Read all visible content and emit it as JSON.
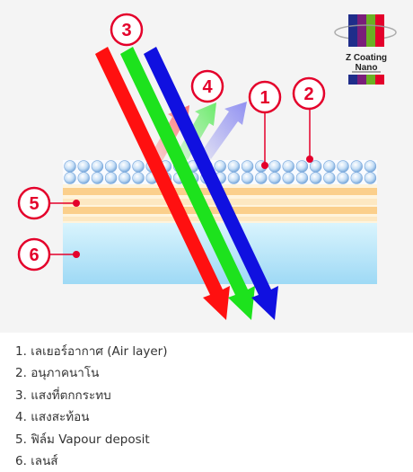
{
  "logo": {
    "line1": "Z Coating",
    "line2": "Nano",
    "colors": [
      "#1f2d8a",
      "#7a1e7a",
      "#6ab023",
      "#e3002b"
    ]
  },
  "markers": [
    {
      "number": "1"
    },
    {
      "number": "2"
    },
    {
      "number": "3"
    },
    {
      "number": "4"
    },
    {
      "number": "5"
    },
    {
      "number": "6"
    }
  ],
  "colors": {
    "marker": "#e4002b",
    "ray_red": "#ff1010",
    "ray_green": "#1de21d",
    "ray_blue": "#1010e0",
    "film_stripe": "#fbcf8b",
    "lens": "#aee3f8"
  },
  "legend": {
    "items": [
      {
        "number": "1.",
        "text": "เลเยอร์อากาศ (Air layer)"
      },
      {
        "number": "2.",
        "text": "อนุภาคนาโน"
      },
      {
        "number": "3.",
        "text": "แสงที่ตกกระทบ"
      },
      {
        "number": "4.",
        "text": "แสงสะท้อน"
      },
      {
        "number": "5.",
        "text": "ฟิล์ม Vapour deposit"
      },
      {
        "number": "6.",
        "text": "เลนส์"
      }
    ]
  }
}
